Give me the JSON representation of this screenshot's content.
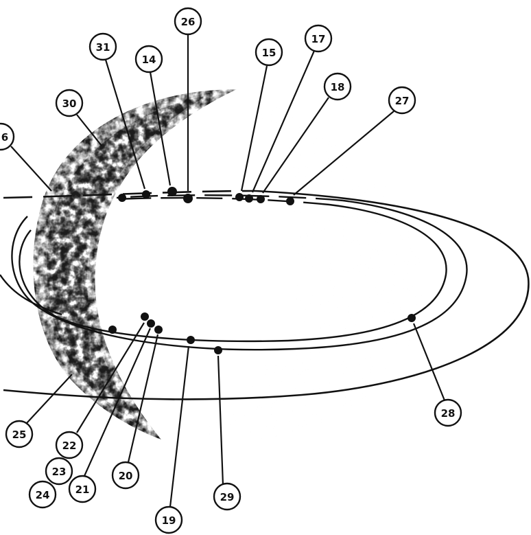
{
  "diagram": {
    "ink_color": "#111111",
    "background_color": "#ffffff",
    "moon_shading_color": "#1f1f1f",
    "callouts": [
      "31",
      "14",
      "26",
      "15",
      "17",
      "18",
      "27",
      "30",
      "6",
      "25",
      "22",
      "23",
      "24",
      "21",
      "20",
      "19",
      "29",
      "28"
    ]
  }
}
